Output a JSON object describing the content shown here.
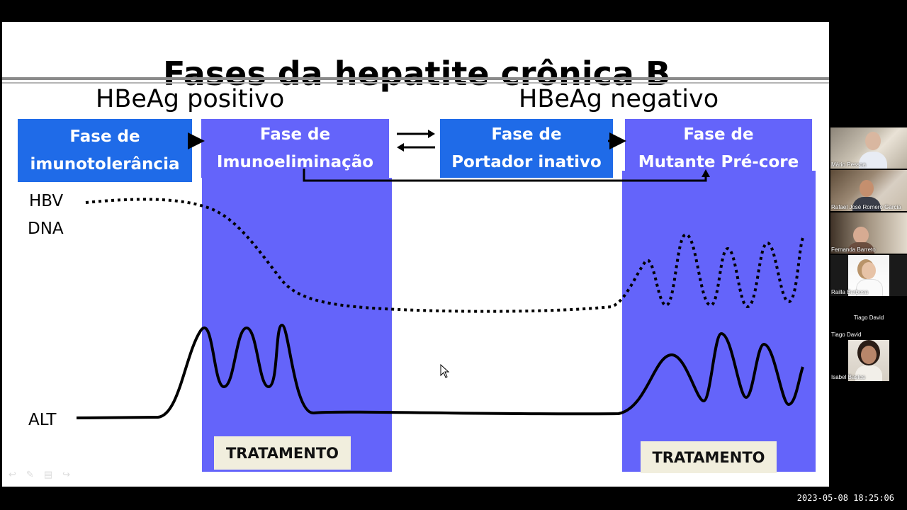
{
  "slide": {
    "title": "Fases da hepatite crônica B",
    "headings": {
      "positive": "HBeAg positivo",
      "negative": "HBeAg negativo"
    },
    "phases": [
      {
        "line1": "Fase de",
        "line2": "imunotolerância"
      },
      {
        "line1": "Fase de",
        "line2": "Imunoeliminação"
      },
      {
        "line1": "Fase de",
        "line2": "Portador inativo"
      },
      {
        "line1": "Fase de",
        "line2": "Mutante Pré-core"
      }
    ],
    "labels": {
      "hbv_1": "HBV",
      "hbv_2": "DNA",
      "alt": "ALT"
    },
    "treatment": "TRATAMENTO",
    "colors": {
      "box_blue": "#1f6be8",
      "box_violet": "#6464fa",
      "band": "#6464fa",
      "treatment_bg": "#f1eedd"
    }
  },
  "participants": [
    {
      "name": "Mário Pessoa",
      "video": true
    },
    {
      "name": "Rafael José Romero Garcia",
      "video": true
    },
    {
      "name": "Fernanda Barreto",
      "video": true
    },
    {
      "name": "Railla Barbosa",
      "video": true
    },
    {
      "name": "Tiago David",
      "video": false
    },
    {
      "name": "Isabel Bastos",
      "video": true
    }
  ],
  "timestamp": "2023-05-08  18:25:06",
  "icons": {
    "swap": "swap-arrows-icon",
    "cursor": "mouse-pointer-icon"
  }
}
